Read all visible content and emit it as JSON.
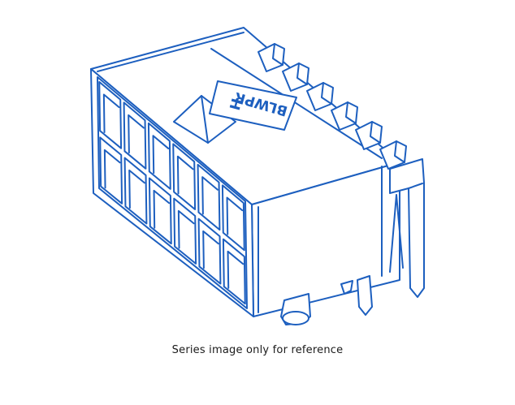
{
  "caption": "Series image only for reference",
  "illustration": {
    "part_marking": "BLWPR",
    "part_marking_suffix": "H",
    "line_color": "#1d5fbf"
  }
}
